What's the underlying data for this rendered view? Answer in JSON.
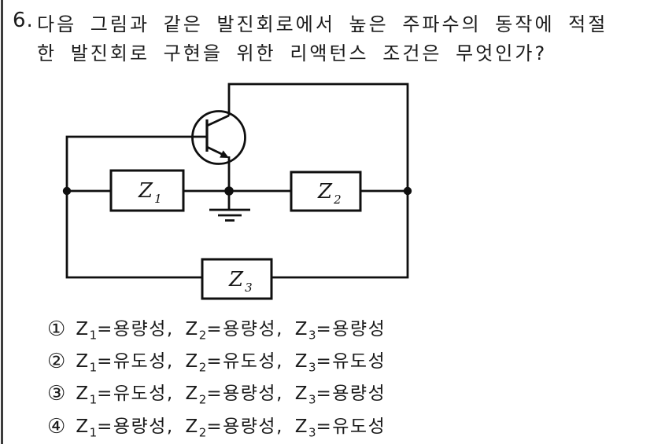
{
  "question": {
    "number": "6.",
    "line1": "다음 그림과 같은 발진회로에서 높은 주파수의 동작에 적절",
    "line2": "한 발진회로 구현을 위한 리액턴스 조건은 무엇인가?"
  },
  "circuit": {
    "transistor": "npn-bjt",
    "ground": "earth-ground",
    "blocks": [
      {
        "base": "Z",
        "sub": "1"
      },
      {
        "base": "Z",
        "sub": "2"
      },
      {
        "base": "Z",
        "sub": "3"
      }
    ]
  },
  "options": [
    {
      "marker": "①",
      "segments": [
        {
          "base": "Z",
          "sub": "1",
          "tail": "=용량성, "
        },
        {
          "base": "Z",
          "sub": "2",
          "tail": "=용량성, "
        },
        {
          "base": "Z",
          "sub": "3",
          "tail": "=용량성"
        }
      ]
    },
    {
      "marker": "②",
      "segments": [
        {
          "base": "Z",
          "sub": "1",
          "tail": "=유도성, "
        },
        {
          "base": "Z",
          "sub": "2",
          "tail": "=유도성, "
        },
        {
          "base": "Z",
          "sub": "3",
          "tail": "=유도성"
        }
      ]
    },
    {
      "marker": "③",
      "segments": [
        {
          "base": "Z",
          "sub": "1",
          "tail": "=유도성, "
        },
        {
          "base": "Z",
          "sub": "2",
          "tail": "=용량성, "
        },
        {
          "base": "Z",
          "sub": "3",
          "tail": "=용량성"
        }
      ]
    },
    {
      "marker": "④",
      "segments": [
        {
          "base": "Z",
          "sub": "1",
          "tail": "=용량성, "
        },
        {
          "base": "Z",
          "sub": "2",
          "tail": "=용량성, "
        },
        {
          "base": "Z",
          "sub": "3",
          "tail": "=유도성"
        }
      ]
    }
  ],
  "colors": {
    "ink": "#1b1b1b",
    "wire": "#0f0f0f",
    "background": "#ffffff"
  }
}
